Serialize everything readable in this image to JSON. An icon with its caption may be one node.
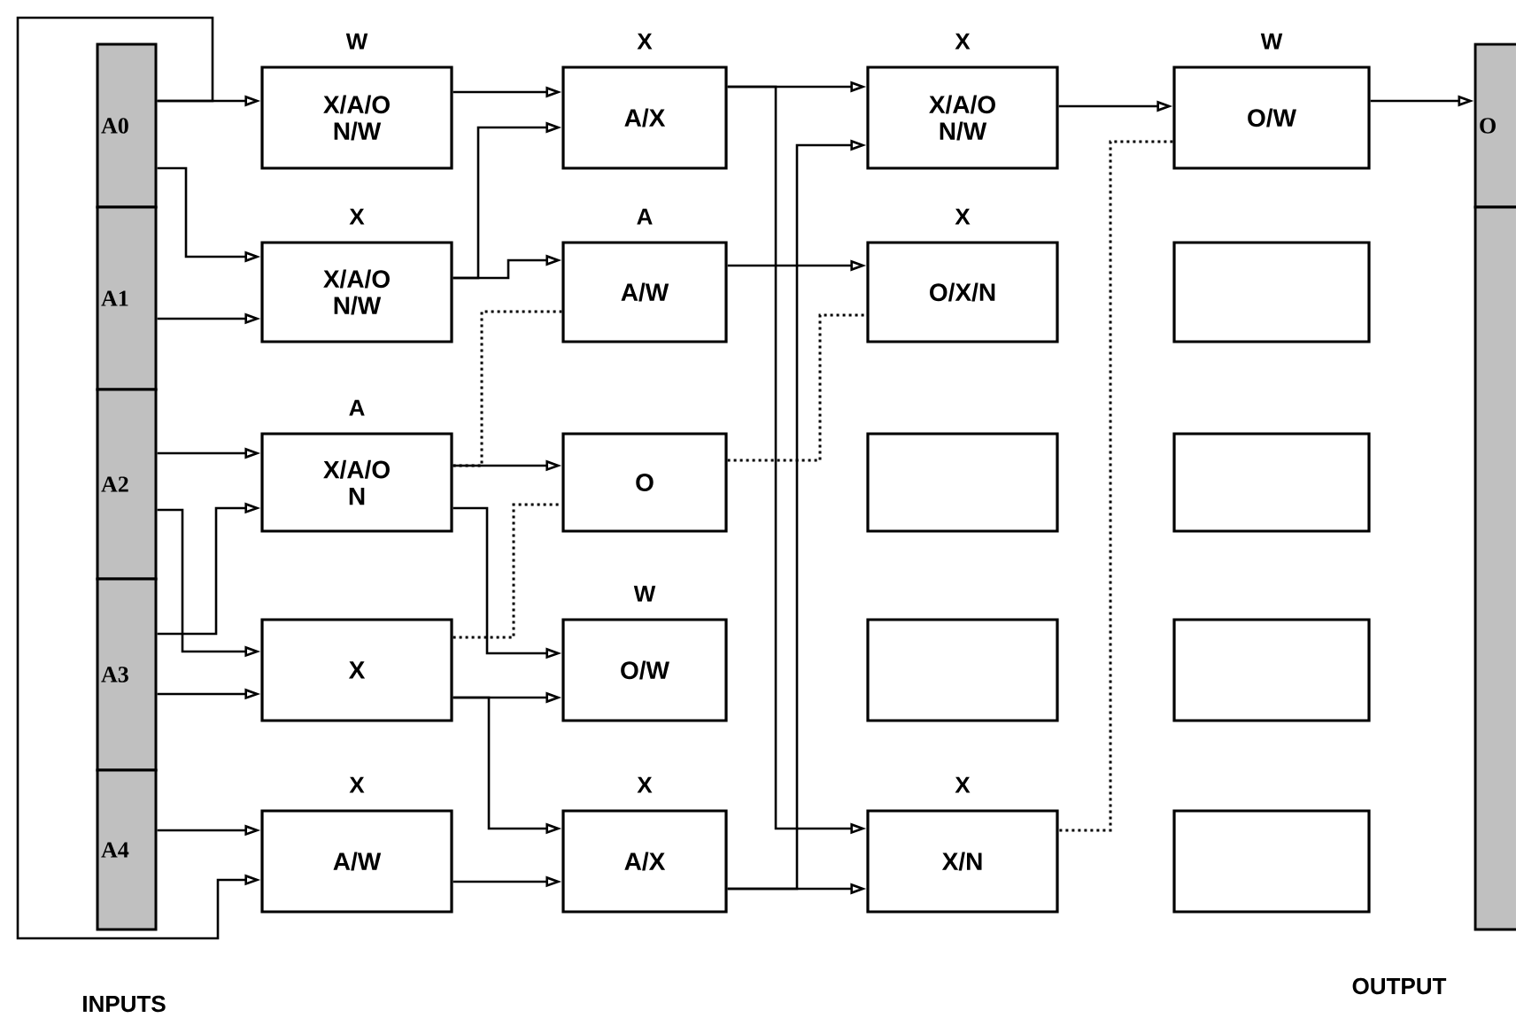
{
  "diagram": {
    "nodes": [
      {
        "text": [
          "A0"
        ]
      },
      {
        "text": [
          "A1"
        ]
      },
      {
        "text": [
          "A2"
        ]
      },
      {
        "text": [
          "A3"
        ]
      },
      {
        "text": [
          "A4"
        ]
      },
      {
        "text": [
          "X/A/O N/W"
        ],
        "beside": [
          "W"
        ]
      },
      {
        "text": [
          "X/A/O N/W"
        ],
        "beside": [
          "X"
        ]
      },
      {
        "text": [
          "X/A/O N"
        ],
        "beside": [
          "A"
        ]
      },
      {
        "text": [
          "X"
        ]
      },
      {
        "text": [
          "A/W"
        ],
        "beside": [
          "X"
        ]
      },
      {
        "text": [
          "A/X"
        ],
        "beside": [
          "X"
        ]
      },
      {
        "text": [
          "A/W"
        ],
        "beside": [
          "A"
        ]
      },
      {
        "text": [
          "O"
        ]
      },
      {
        "text": [
          "O/W"
        ],
        "beside": [
          "W"
        ]
      },
      {
        "text": [
          "A/X"
        ],
        "beside": [
          "X"
        ]
      },
      {
        "text": [
          "X/A/O N/W"
        ],
        "beside": [
          "X"
        ]
      },
      {
        "text": [
          "O/X/N"
        ],
        "beside": [
          "X"
        ]
      },
      {
        "text": [],
        "shape": "box"
      },
      {
        "text": [],
        "shape": "box"
      },
      {
        "text": [
          "X/N"
        ],
        "beside": [
          "X"
        ]
      },
      {
        "text": [
          "O/W"
        ],
        "beside": [
          "W"
        ]
      },
      {
        "text": [],
        "shape": "box"
      },
      {
        "text": [],
        "shape": "box"
      },
      {
        "text": [],
        "shape": "box"
      },
      {
        "text": [],
        "shape": "box"
      },
      {
        "text": [
          "O"
        ]
      },
      {
        "text": [],
        "shape": "box"
      }
    ],
    "edges": [
      {
        "from": 0,
        "to": 5,
        "arrow": "to"
      },
      {
        "from": 0,
        "to": 6,
        "arrow": "to"
      },
      {
        "from": 1,
        "to": 6,
        "arrow": "to"
      },
      {
        "from": 2,
        "to": 7,
        "arrow": "to"
      },
      {
        "from": 2,
        "to": 8,
        "arrow": "to"
      },
      {
        "from": 3,
        "to": 7,
        "arrow": "to"
      },
      {
        "from": 3,
        "to": 8,
        "arrow": "to"
      },
      {
        "from": 4,
        "to": 9,
        "arrow": "to"
      },
      {
        "from": 0,
        "to": 9,
        "arrow": "to"
      },
      {
        "from": 5,
        "to": 10,
        "arrow": "to"
      },
      {
        "from": 6,
        "to": 11,
        "arrow": "to"
      },
      {
        "from": 6,
        "to": 10,
        "arrow": "to"
      },
      {
        "from": 7,
        "to": 12,
        "arrow": "to"
      },
      {
        "from": 7,
        "to": 13,
        "arrow": "to"
      },
      {
        "from": 8,
        "to": 13,
        "arrow": "to"
      },
      {
        "from": 8,
        "to": 14,
        "arrow": "to"
      },
      {
        "from": 9,
        "to": 14,
        "arrow": "to"
      },
      {
        "from": 7,
        "to": 11,
        "arrow": "none",
        "style": "dashed"
      },
      {
        "from": 8,
        "to": 12,
        "arrow": "none",
        "style": "dashed"
      },
      {
        "from": 10,
        "to": 15,
        "arrow": "to"
      },
      {
        "from": 10,
        "to": 19,
        "arrow": "to"
      },
      {
        "from": 14,
        "to": 15,
        "arrow": "to"
      },
      {
        "from": 14,
        "to": 19,
        "arrow": "to"
      },
      {
        "from": 11,
        "to": 16,
        "arrow": "to"
      },
      {
        "from": 12,
        "to": 16,
        "arrow": "none",
        "style": "dashed"
      },
      {
        "from": 15,
        "to": 20,
        "arrow": "to"
      },
      {
        "from": 20,
        "to": 19,
        "arrow": "none",
        "style": "dashed"
      },
      {
        "from": 20,
        "to": 25,
        "arrow": "to"
      }
    ],
    "labels": [
      "INPUTS",
      "OUTPUT"
    ]
  }
}
